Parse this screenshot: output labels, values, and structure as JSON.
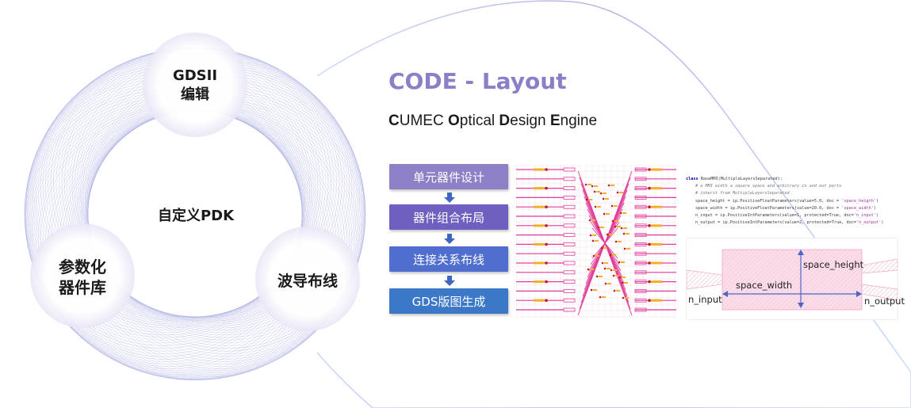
{
  "circles": {
    "center": "自定义PDK",
    "top_line1": "GDSII",
    "top_line2": "编辑",
    "left_line1": "参数化",
    "left_line2": "器件库",
    "right": "波导布线"
  },
  "title": "CODE - Layout",
  "subtitle": {
    "c": "C",
    "c_rest": "UMEC ",
    "o": "O",
    "o_rest": "ptical ",
    "d": "D",
    "d_rest": "esign ",
    "e": "E",
    "e_rest": "ngine"
  },
  "steps": [
    "单元器件设计",
    "器件组合布局",
    "连接关系布线",
    "GDS版图生成"
  ],
  "colors": {
    "step1": "#8f7fc6",
    "step2": "#6f5fc0",
    "step3": "#4f6ed0",
    "step4": "#3c78c8",
    "arrow": "#3f66c2",
    "waveguide": "#e23d9a",
    "title": "#8b7fc7"
  },
  "code": {
    "line1_kw": "class",
    "line1_rest": " BaseMMI(MultipleLayersSeparated):",
    "line2": "# a MMI width a square space and arbitrary in and out ports",
    "line3": "# inherit from MultipleLayersSeparated",
    "line4_a": "space_height = ip.PositiveFloatParameters(value=5.0, doc = ",
    "line4_s": "'space_heigth'",
    "line5_a": "space_width = ip.PositiveFloatParameters(value=20.0, doc = ",
    "line5_s": "'space_width'",
    "line6_a": "n_input = ip.PositiveIntParameters(value=1, protected=True, doc=",
    "line6_s": "'n_input'",
    "line7_a": "n_output = ip.PositiveIntParameters(value=2, protected=True, doc=",
    "line7_s": "'n_output'"
  },
  "diagram": {
    "space_height": "space_height",
    "space_width": "space_width",
    "n_input": "n_input",
    "n_output": "n_output"
  }
}
